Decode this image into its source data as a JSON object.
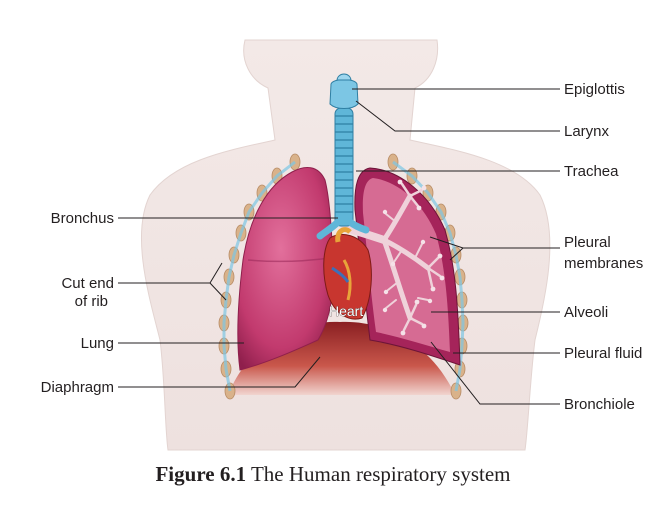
{
  "labels": {
    "epiglottis": "Epiglottis",
    "larynx": "Larynx",
    "trachea": "Trachea",
    "bronchus": "Bronchus",
    "pleural_membranes_1": "Pleural",
    "pleural_membranes_2": "membranes",
    "cut_end_of_rib_1": "Cut end",
    "cut_end_of_rib_2": "of rib",
    "alveoli": "Alveoli",
    "heart": "Heart",
    "lung": "Lung",
    "pleural_fluid": "Pleural fluid",
    "diaphragm": "Diaphragm",
    "bronchiole": "Bronchiole"
  },
  "caption": {
    "number": "Figure 6.1",
    "text": "The Human respiratory system"
  },
  "colors": {
    "body": "#f4ecea",
    "lung": "#c23a6e",
    "lung_inner": "#a5245a",
    "airway": "#5fb6d8",
    "rib": "#d9b28a",
    "diaphragm": "#b5423c"
  }
}
